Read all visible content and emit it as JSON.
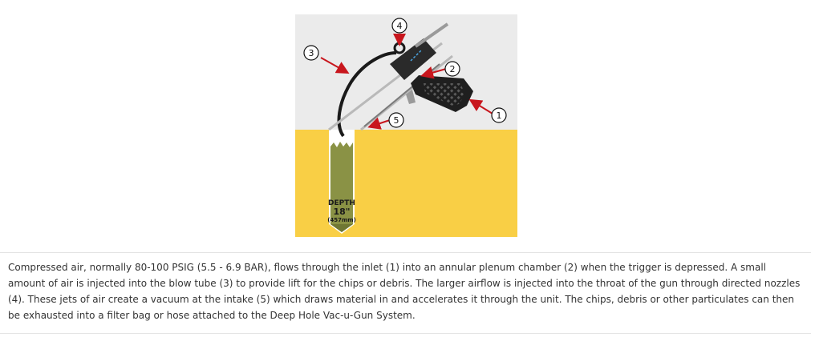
{
  "figure": {
    "colors": {
      "sky": "#ebebeb",
      "ground": "#f9cf45",
      "hole_fill": "#8a9245",
      "hole_outline": "#ffffff",
      "tube": "#b9b9b9",
      "hose": "#1a1a1a",
      "gun_body": "#1f1f1f",
      "arrow": "#c8161d",
      "airflow": "#4aa3df"
    },
    "depth": {
      "label": "DEPTH",
      "value": "18\"",
      "metric": "(457mm)"
    },
    "callouts": [
      {
        "number": "1",
        "part": "inlet"
      },
      {
        "number": "2",
        "part": "annular plenum chamber"
      },
      {
        "number": "3",
        "part": "blow tube"
      },
      {
        "number": "4",
        "part": "directed nozzles"
      },
      {
        "number": "5",
        "part": "intake"
      }
    ]
  },
  "caption": "Compressed air, normally 80-100 PSIG (5.5 - 6.9 BAR), flows through the inlet (1) into an annular plenum chamber (2) when the trigger is depressed. A small amount of air is injected into the blow tube (3) to provide lift for the chips or debris. The larger airflow is injected into the throat of the gun through directed nozzles (4). These jets of air create a vacuum at the intake (5) which draws material in and accelerates it through the unit. The chips, debris or other particulates can then be exhausted into a filter bag or hose attached to the Deep Hole Vac-u-Gun System."
}
